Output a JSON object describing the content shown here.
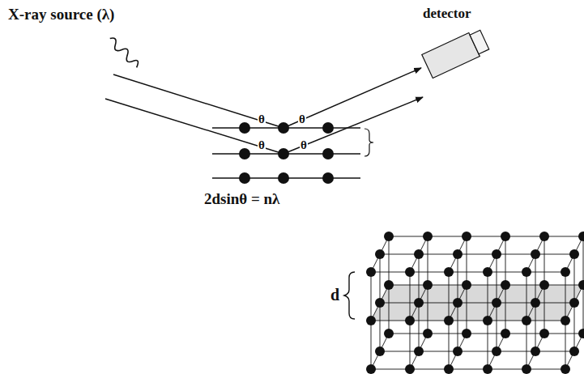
{
  "diagram": {
    "labels": [
      "X-ray source (λ)",
      "detector",
      "θ",
      "θ",
      "θ",
      "θ",
      "2dsinθ = nλ",
      "d"
    ]
  }
}
